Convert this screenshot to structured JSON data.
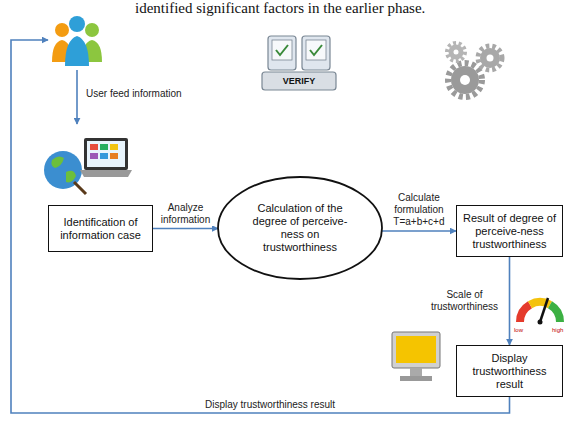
{
  "diagram": {
    "nodes": [
      {
        "text": [
          "Identification of information case"
        ]
      },
      {
        "text": [
          "Calculation of the degree of perceive-ness on trustworthiness"
        ]
      },
      {
        "text": [
          "Result of degree of perceive-ness trustworthiness"
        ]
      },
      {
        "text": [
          "Display trustworthiness result"
        ]
      }
    ],
    "edges": [
      {
        "from": 0,
        "to": 1,
        "arrow": "to",
        "label": "Analyze information"
      },
      {
        "from": 1,
        "to": 2,
        "arrow": "to",
        "label": "Calculate formulation T=a+b+c+d"
      },
      {
        "from": 2,
        "to": 3,
        "arrow": "to",
        "label": "Scale of trustworthiness"
      }
    ],
    "labels": [
      "identified significant factors in the earlier phase.",
      "User feed information",
      "VERIFY",
      "low",
      "high",
      "Display trustworthiness result"
    ]
  }
}
